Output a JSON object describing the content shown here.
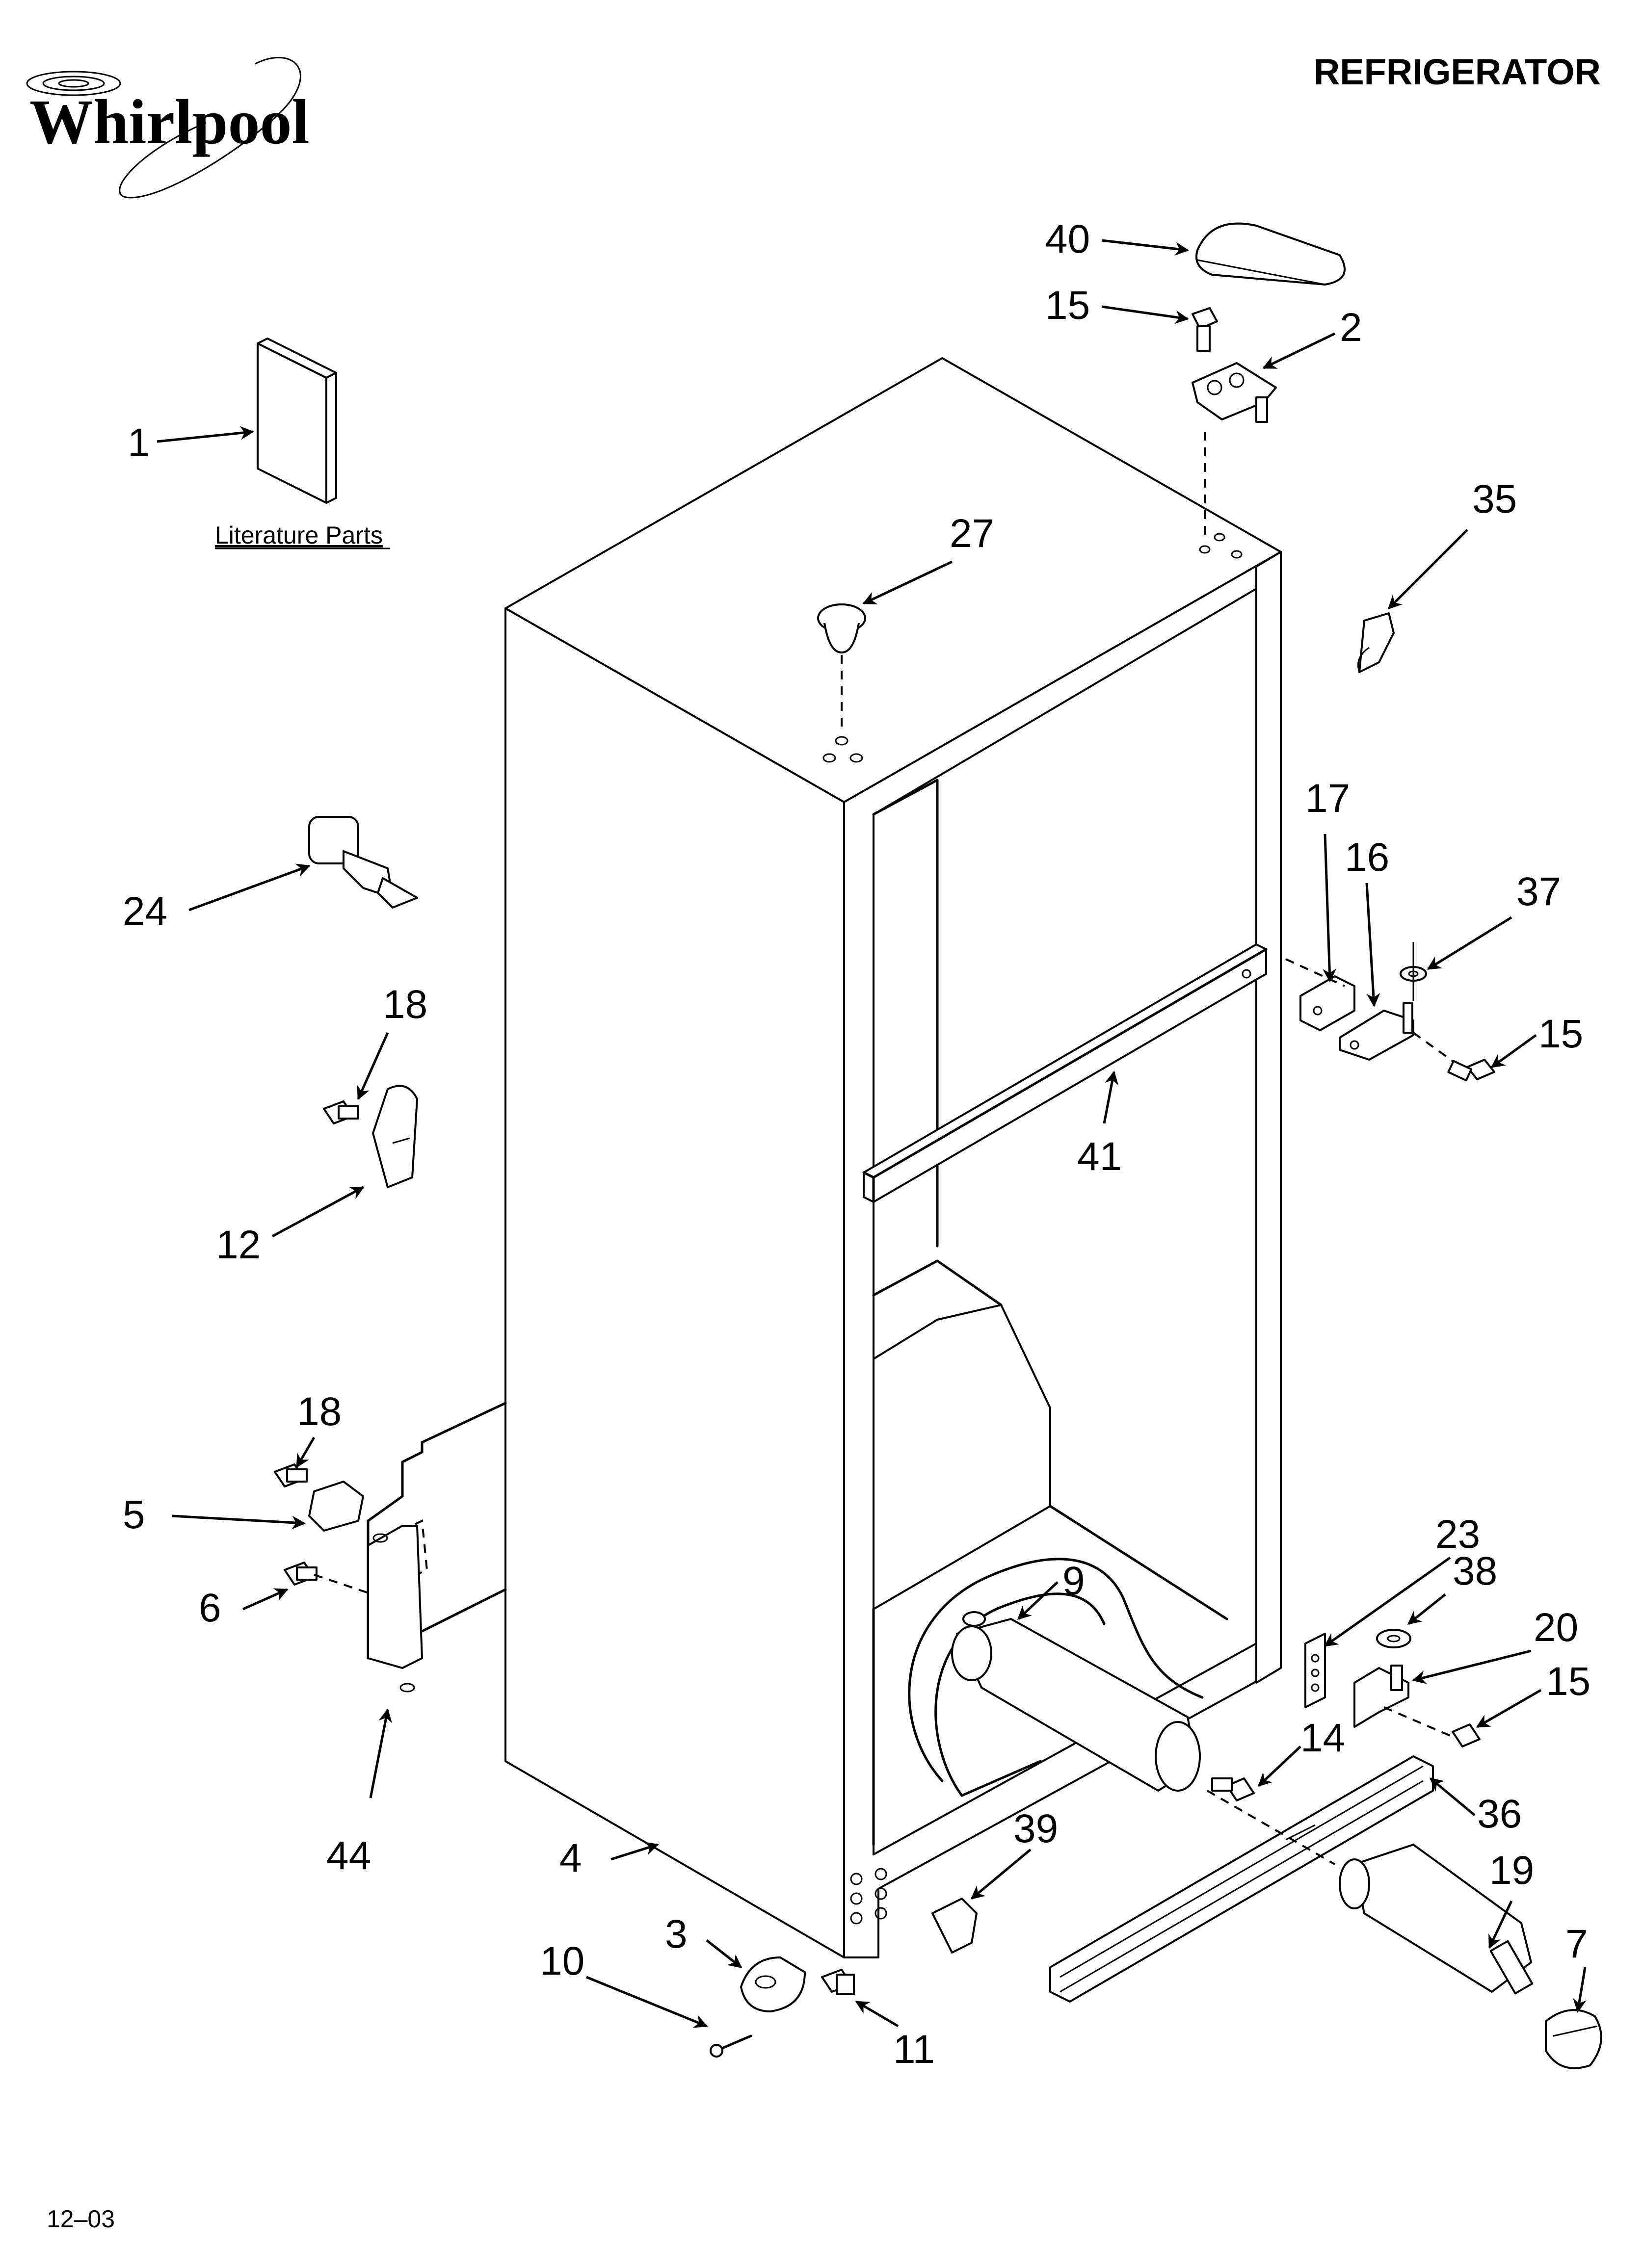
{
  "brand": "Whirlpool",
  "title": "REFRIGERATOR",
  "literature_label": "Literature Parts",
  "date_code": "12–03",
  "callouts": [
    "1",
    "2",
    "3",
    "4",
    "5",
    "6",
    "7",
    "9",
    "10",
    "11",
    "12",
    "14",
    "15",
    "15",
    "15",
    "15",
    "16",
    "17",
    "18",
    "18",
    "19",
    "20",
    "23",
    "24",
    "27",
    "35",
    "36",
    "37",
    "38",
    "39",
    "40",
    "41",
    "44"
  ]
}
